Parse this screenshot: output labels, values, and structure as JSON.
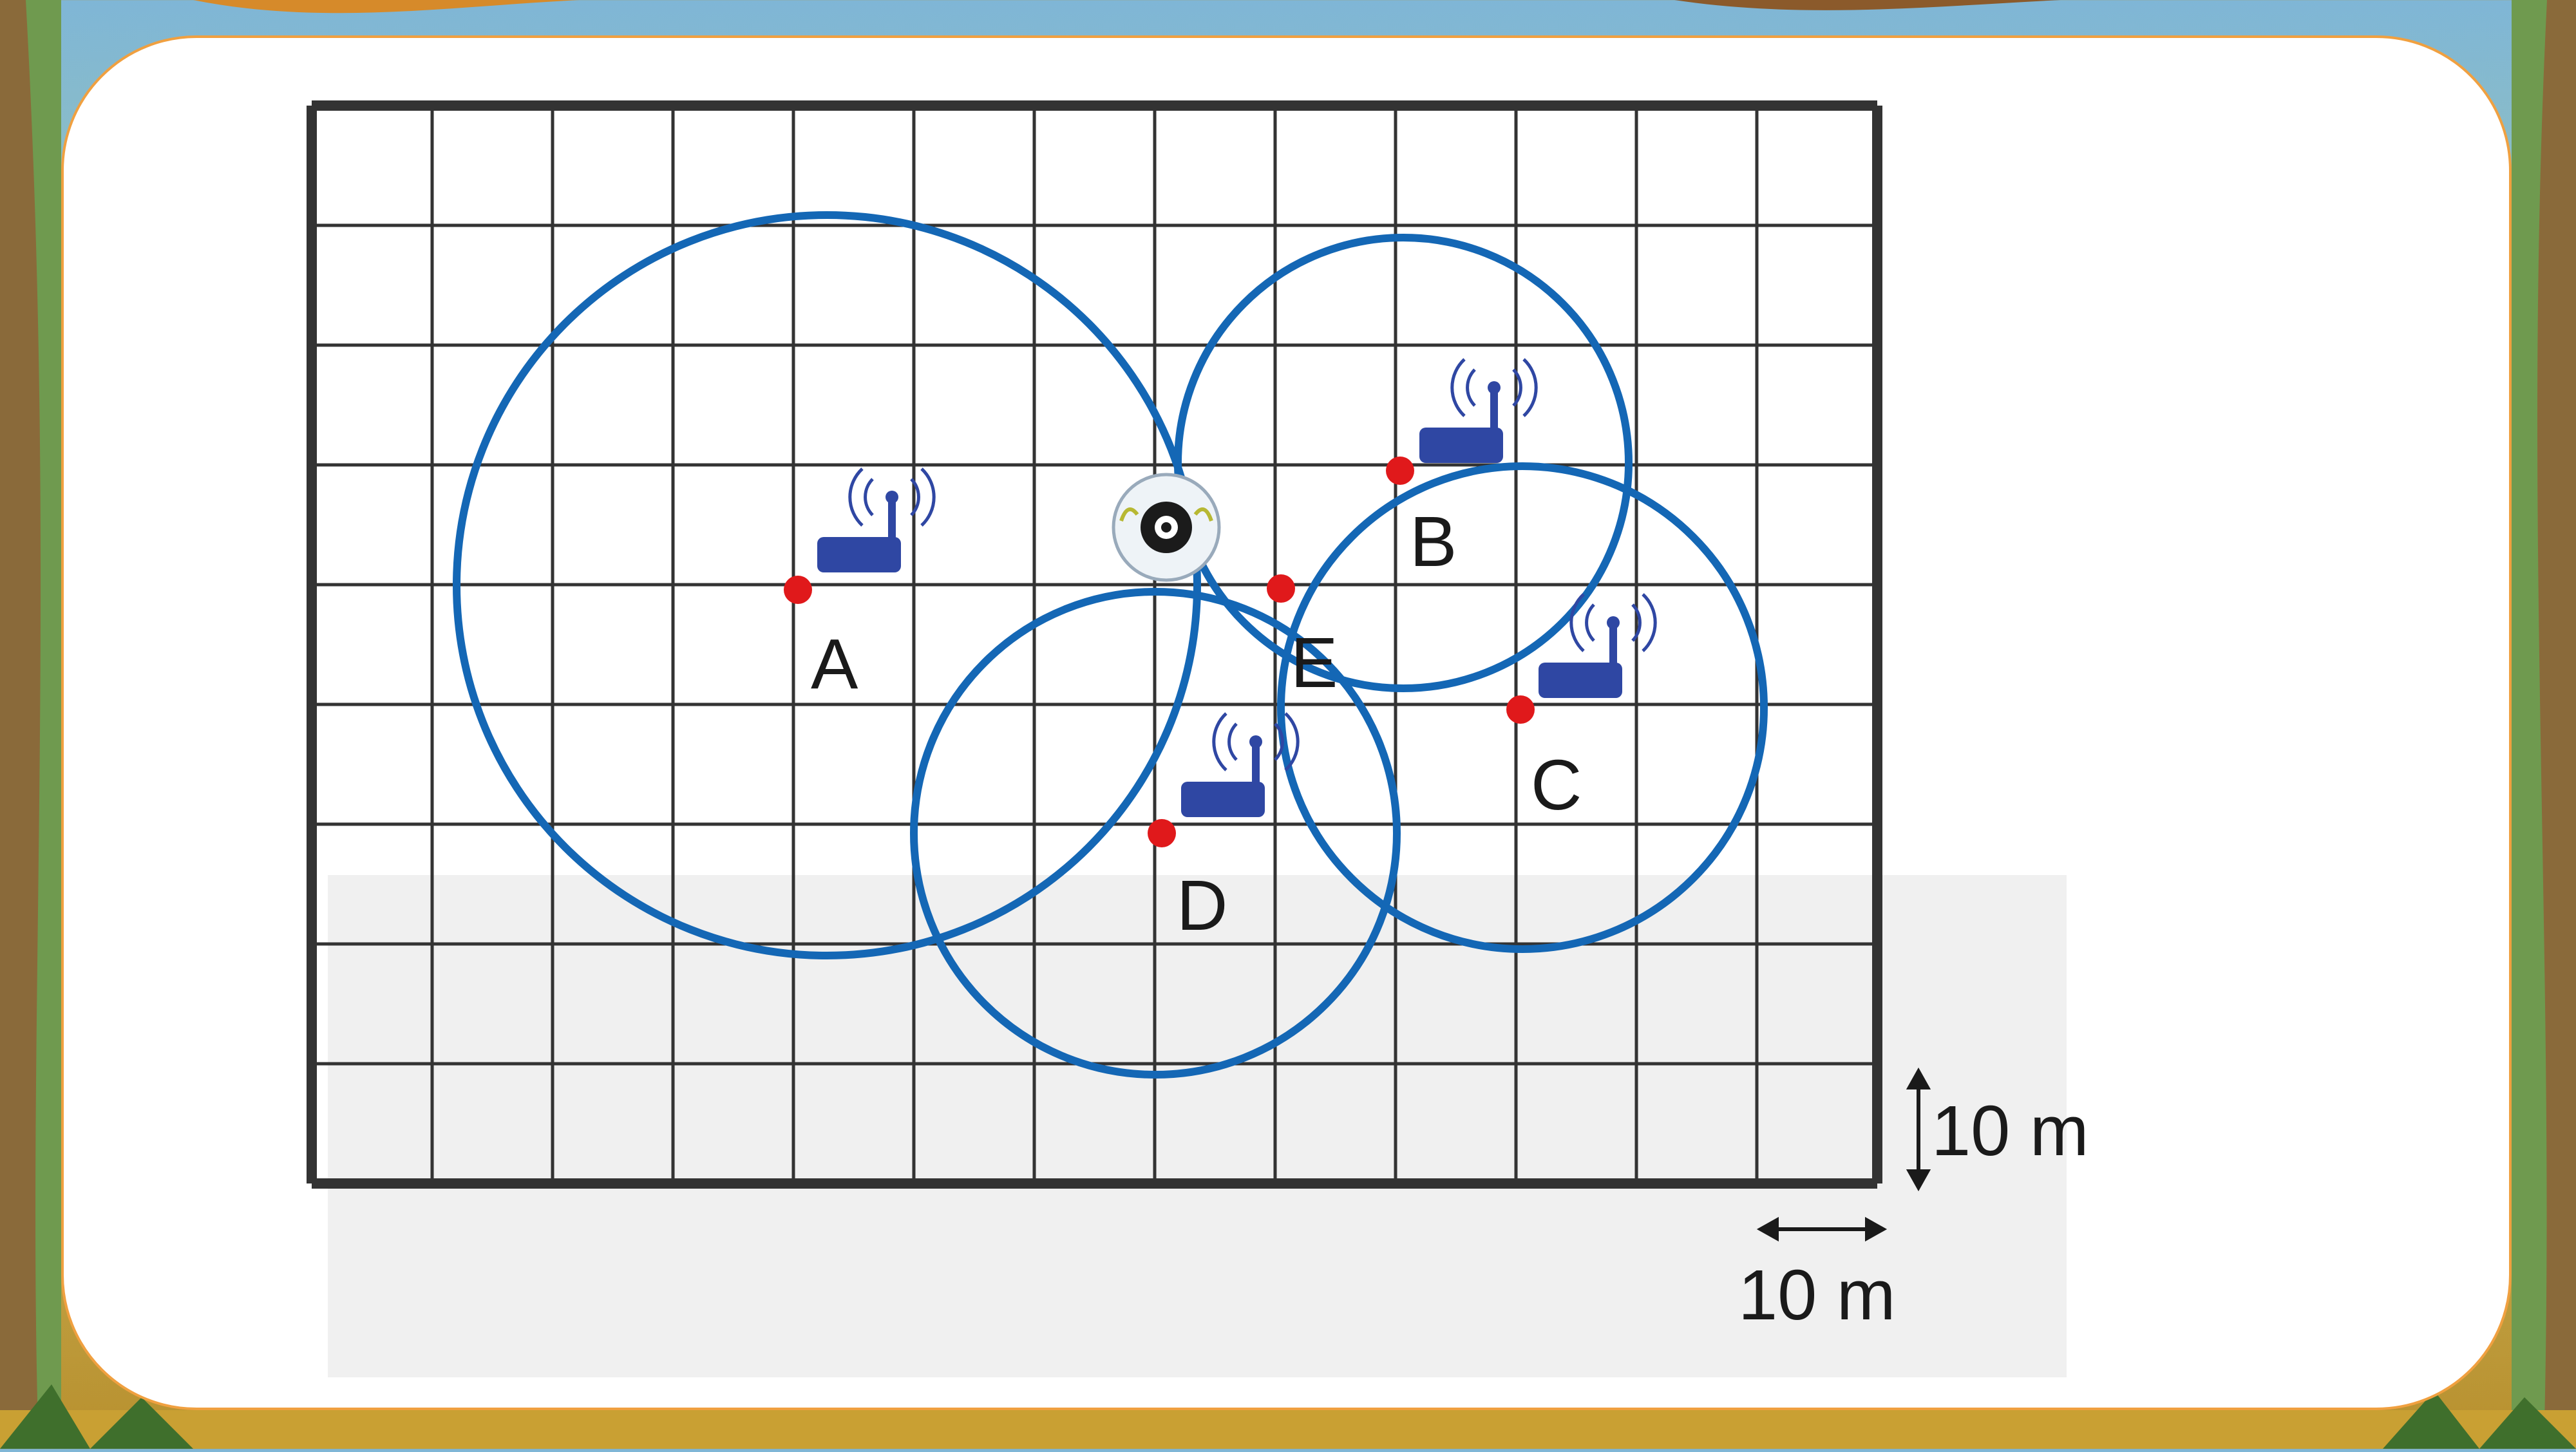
{
  "diagram": {
    "grid": {
      "columns": 13,
      "rows": 9
    },
    "points": [
      {
        "id": "A",
        "label": "A"
      },
      {
        "id": "B",
        "label": "B"
      },
      {
        "id": "C",
        "label": "C"
      },
      {
        "id": "D",
        "label": "D"
      },
      {
        "id": "E",
        "label": "E"
      }
    ],
    "scale": {
      "vertical_label": "10 m",
      "horizontal_label": "10 m"
    },
    "colors": {
      "circle": "#1467b5",
      "point": "#e0191b",
      "router": "#2f47a3",
      "grid": "#222222"
    }
  }
}
